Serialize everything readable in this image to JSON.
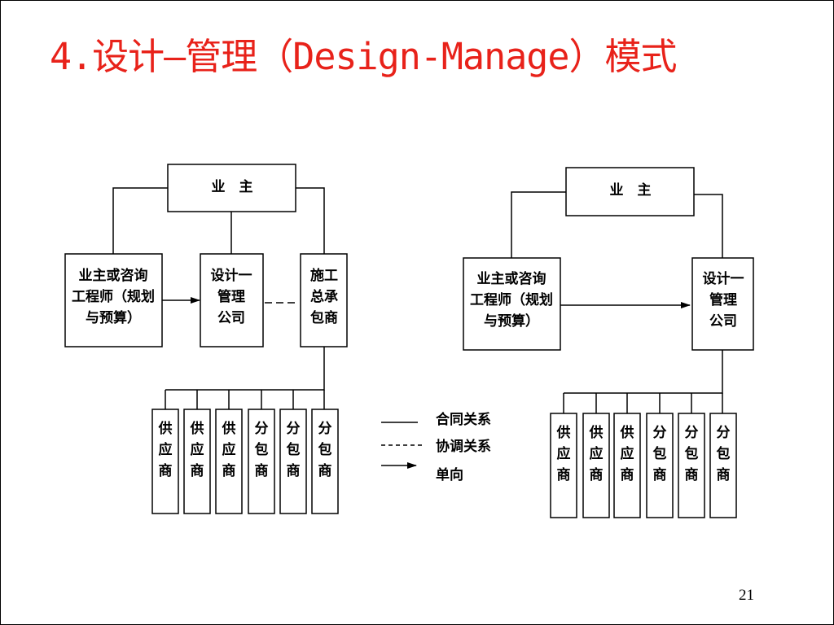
{
  "slide": {
    "title": "4.设计—管理（Design-Manage）模式",
    "page_number": "21"
  },
  "left_diagram": {
    "owner": "业　主",
    "consultant": "业主或咨询\n工程师（规划\n与预算）",
    "design_manage": "设计一\n管理\n公司",
    "general_contractor": "施工\n总承\n包商",
    "subcontractors": [
      "供\n应\n商",
      "供\n应\n商",
      "供\n应\n商",
      "分\n包\n商",
      "分\n包\n商",
      "分\n包\n商"
    ]
  },
  "right_diagram": {
    "owner": "业　主",
    "consultant": "业主或咨询\n工程师（规划\n与预算）",
    "design_manage": "设计一\n管理\n公司",
    "subcontractors": [
      "供\n应\n商",
      "供\n应\n商",
      "供\n应\n商",
      "分\n包\n商",
      "分\n包\n商",
      "分\n包\n商"
    ]
  },
  "legend": {
    "contract": "合同关系",
    "coordination": "协调关系",
    "one_way": "单向"
  },
  "colors": {
    "title": "#e8221a",
    "line": "#000000"
  }
}
